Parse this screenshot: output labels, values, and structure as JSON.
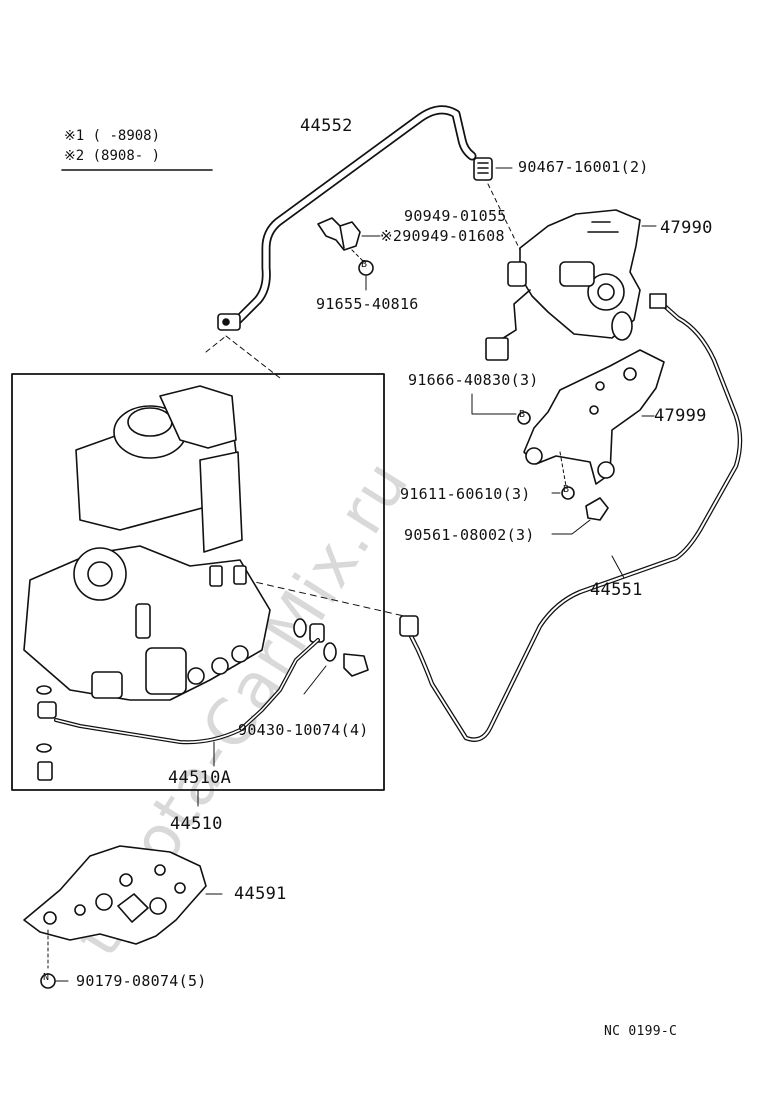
{
  "legend": {
    "row1": {
      "mark": "※1",
      "range": "(      -8908)"
    },
    "row2": {
      "mark": "※2",
      "range": "(8908-      )"
    }
  },
  "parts": {
    "p44552": "44552",
    "p90467": "90467-16001(2)",
    "p90949a": "90949-01055",
    "p90949b": "※290949-01608",
    "p47990": "47990",
    "p91655": "91655-40816",
    "p91666": "91666-40830(3)",
    "p47999": "47999",
    "p91611": "91611-60610(3)",
    "p90561": "90561-08002(3)",
    "p44551": "44551",
    "p90430": "90430-10074(4)",
    "p44510A": "44510A",
    "p44510": "44510",
    "p44591": "44591",
    "p90179": "90179-08074(5)"
  },
  "markers": {
    "b": "B",
    "n": "N"
  },
  "ref_code": "NC 0199-C",
  "watermark": "toyota-CarMix.ru"
}
